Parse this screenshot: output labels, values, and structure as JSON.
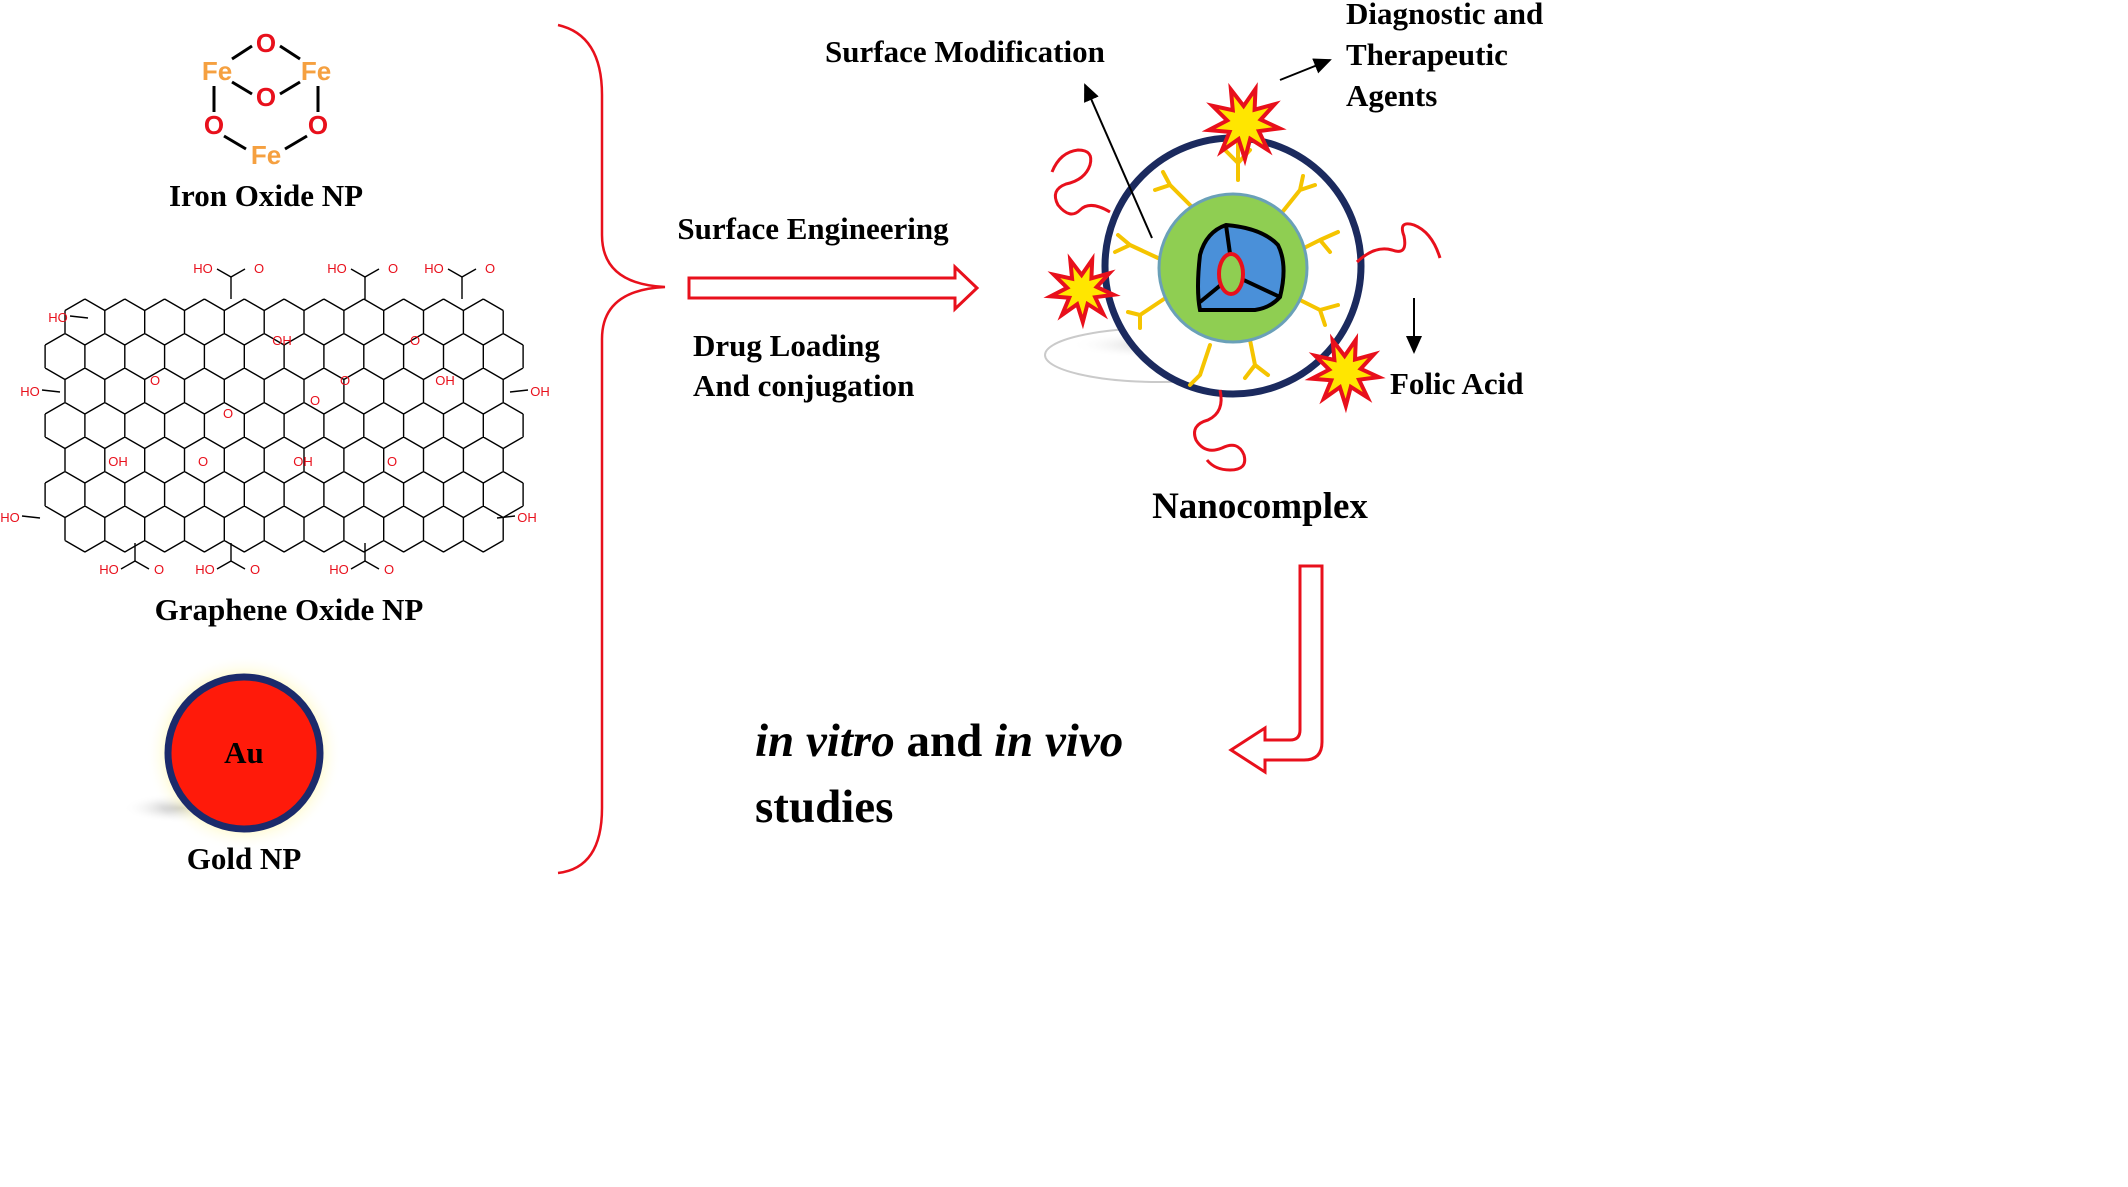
{
  "iron_oxide": {
    "label": "Iron Oxide NP",
    "atom_fe": "Fe",
    "atom_o": "O",
    "fe_color": "#f5a040",
    "o_color": "#e8101c"
  },
  "graphene_oxide": {
    "label": "Graphene Oxide NP",
    "group_cooh_left": "HO",
    "group_cooh_right": "OH",
    "group_oh": "OH",
    "group_o": "O",
    "group_carbonyl": "O",
    "hetero_color": "#e8101c"
  },
  "gold": {
    "label": "Gold NP",
    "symbol": "Au",
    "fill_color": "#ff1a0a",
    "rim_color": "#1b2a6b",
    "glow_color": "#fff7a8"
  },
  "process": {
    "surface_engineering": "Surface Engineering",
    "drug_loading": "Drug Loading",
    "conjugation": "And conjugation"
  },
  "nanocomplex": {
    "title": "Nanocomplex",
    "surface_modification": "Surface Modification",
    "agents_line1": "Diagnostic and",
    "agents_line2": "Therapeutic",
    "agents_line3": "Agents",
    "folic_acid": "Folic Acid",
    "outer_ring_color": "#1b2a5e",
    "shell_color": "#8fce52",
    "core_color": "#4a90d9",
    "linker_color": "#f5c400",
    "star_fill": "#ffe600",
    "star_stroke": "#e8101c"
  },
  "studies": {
    "in_vitro": "in vitro",
    "and": " and ",
    "in_vivo": "in vivo",
    "studies": "studies"
  },
  "arrow_color": "#e8101c"
}
